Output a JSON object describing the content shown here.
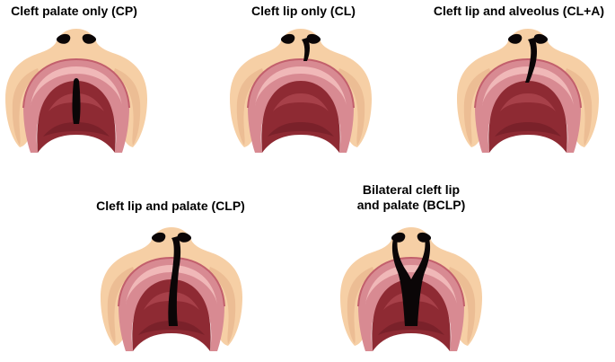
{
  "figure": {
    "panels": [
      {
        "id": "cp",
        "label": "Cleft palate only (CP)",
        "label_line2": "",
        "cleft": "palate-only"
      },
      {
        "id": "cl",
        "label": "Cleft lip only (CL)",
        "label_line2": "",
        "cleft": "lip-only"
      },
      {
        "id": "cla",
        "label": "Cleft lip and alveolus (CL+A)",
        "label_line2": "",
        "cleft": "lip-alveolus"
      },
      {
        "id": "clp",
        "label": "Cleft lip and palate (CLP)",
        "label_line2": "",
        "cleft": "lip-palate"
      },
      {
        "id": "bclp",
        "label": "Bilateral cleft lip",
        "label_line2": "and palate (BCLP)",
        "cleft": "bilateral"
      }
    ],
    "colors": {
      "skin": "#f6cfa5",
      "skin_shadow": "#e6b088",
      "gum": "#d88a92",
      "gum_light": "#f0b8b8",
      "gum_rim": "#c25f6c",
      "palate": "#8e2a33",
      "palate_dark": "#6d1c24",
      "palate_highlight": "#b24a52",
      "cleft": "#0b0607"
    }
  }
}
